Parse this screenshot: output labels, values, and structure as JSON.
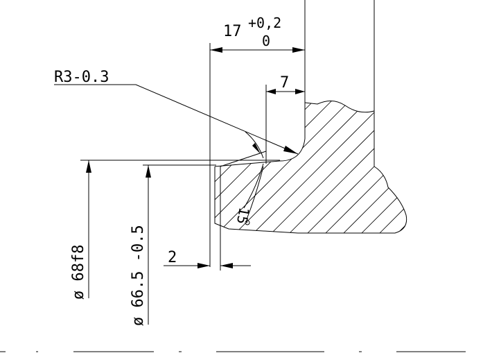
{
  "dimensions": {
    "width_nominal": "17",
    "width_upper_tol": "+0,2",
    "width_lower_tol": "0",
    "radius": "R3-0.3",
    "chamfer_depth": "7",
    "angle": "15",
    "diameter_outer": "ø 68f8",
    "diameter_inner": "ø 66.5 -0.5",
    "offset": "2"
  }
}
